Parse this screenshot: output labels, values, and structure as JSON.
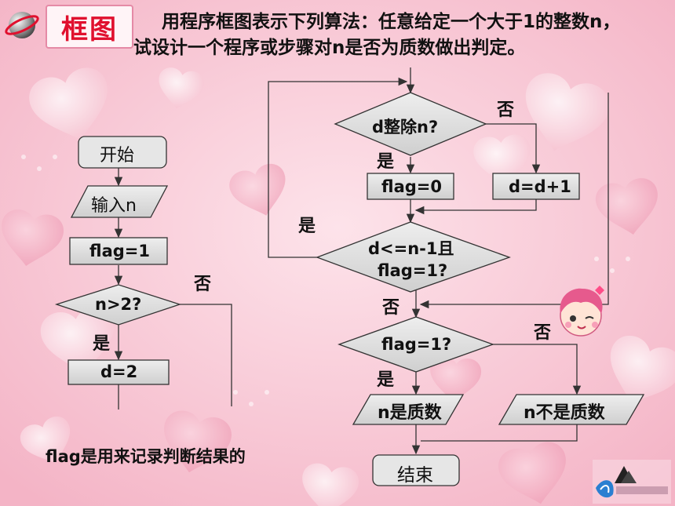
{
  "slide": {
    "title": "框图",
    "problem": "用程序框图表示下列算法：任意给定一个大于1的整数n， 试设计一个程序或步骤对n是否为质数做出判定。",
    "note": "flag是用来记录判断结果的"
  },
  "left_flow": {
    "start": "开始",
    "input": "输入n",
    "flag_init": "flag=1",
    "cond": "n>2?",
    "yes": "是",
    "no": "否",
    "assign": "d=2"
  },
  "right_flow": {
    "cond1": "d整除n?",
    "cond1_no": "否",
    "cond1_yes": "是",
    "flag0": "flag=0",
    "incr": "d=d+1",
    "loop_yes": "是",
    "cond2_line1": "d<=n-1且",
    "cond2_line2": "flag=1?",
    "cond2_no": "否",
    "cond3": "flag=1?",
    "cond3_no": "否",
    "cond3_yes": "是",
    "prime": "n是质数",
    "not_prime": "n不是质数",
    "end": "结束"
  },
  "colors": {
    "background": "#f8c9d6",
    "box_fill": "#d9d9d9",
    "start_fill": "#e6e6e6",
    "title_text": "#e0102e",
    "line": "#333333"
  },
  "icons": [
    "globe-icon",
    "heart-pattern",
    "mascot-girl-icon",
    "publisher-logo"
  ]
}
